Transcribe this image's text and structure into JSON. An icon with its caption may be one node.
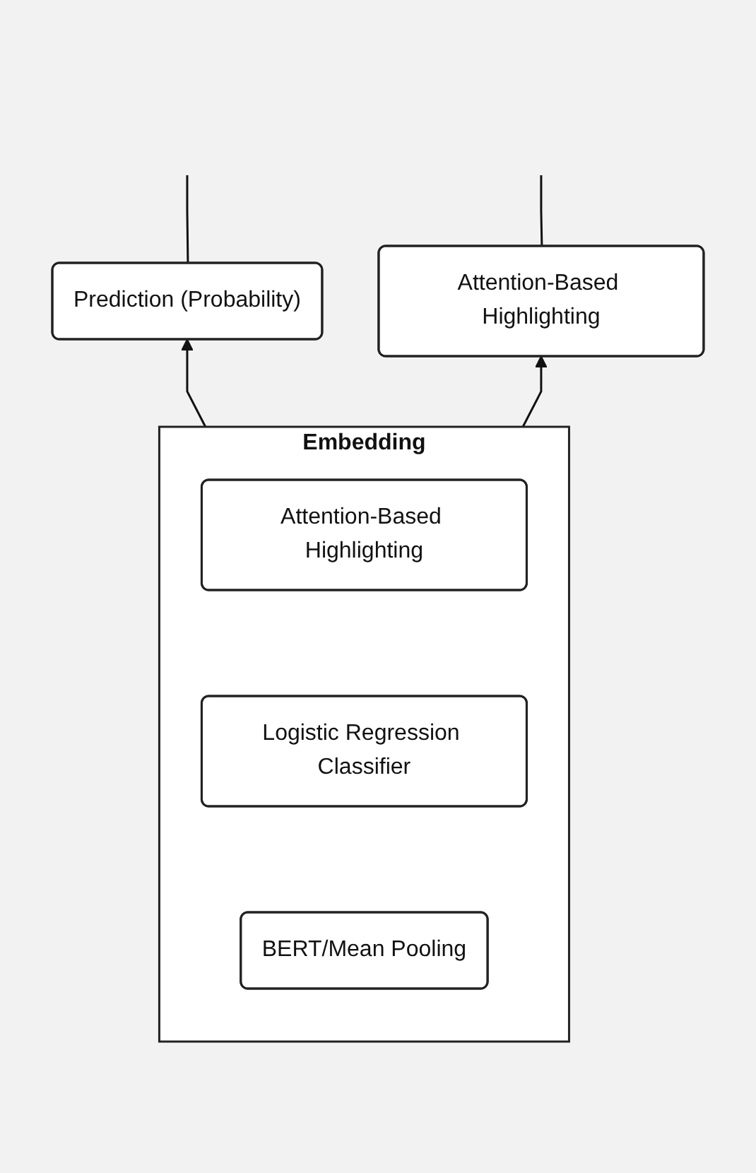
{
  "diagram": {
    "nodes": [
      {
        "text": [
          "Prediction (Probability)"
        ]
      },
      {
        "text": [
          "Attention-Based Highlighting"
        ]
      },
      {
        "text": [
          "Embedding"
        ]
      },
      {
        "text": [
          "Attention-Based Highlighting"
        ],
        "in": 2
      },
      {
        "text": [
          "Logistic Regression Classifier"
        ],
        "in": 2
      },
      {
        "text": [
          "BERT/Mean Pooling"
        ],
        "in": 2
      }
    ],
    "edges": [
      {
        "from": 0,
        "to": null,
        "arrow": "none"
      },
      {
        "from": 1,
        "to": null,
        "arrow": "none"
      },
      {
        "from": 2,
        "to": 0,
        "arrow": "to"
      },
      {
        "from": 2,
        "to": 1,
        "arrow": "to"
      }
    ]
  }
}
